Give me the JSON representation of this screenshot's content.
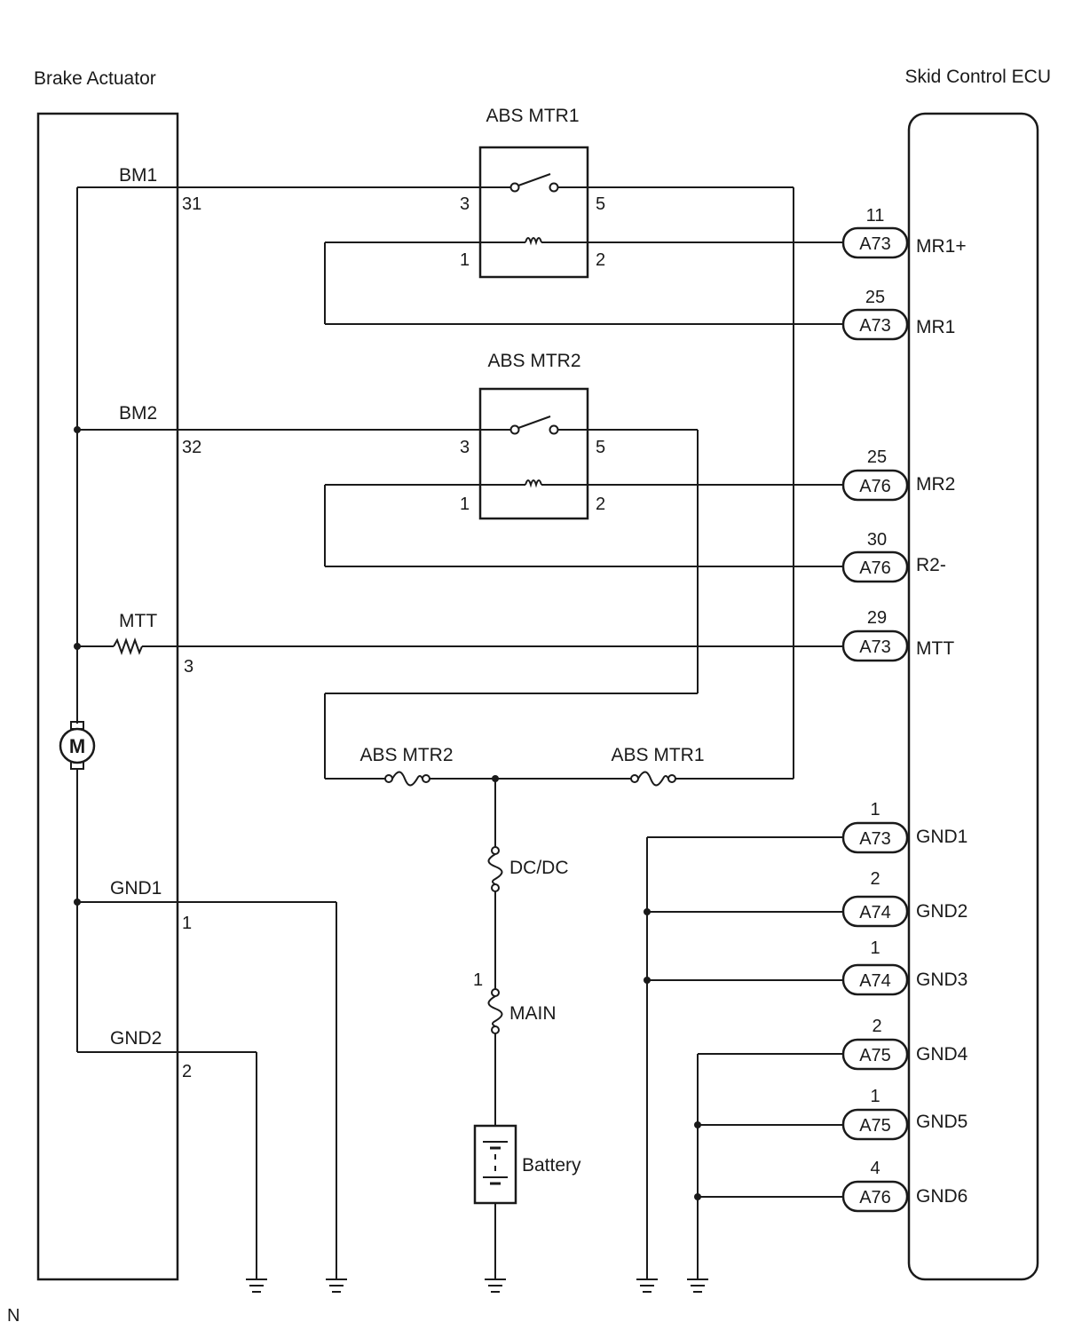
{
  "components": {
    "brake_actuator": "Brake Actuator",
    "skid_control_ecu": "Skid Control ECU",
    "relay1": "ABS MTR1",
    "relay2": "ABS MTR2",
    "fuse_mtr2": "ABS MTR2",
    "fuse_mtr1": "ABS MTR1",
    "fuse_dcdc": "DC/DC",
    "fuse_main": "MAIN",
    "battery": "Battery",
    "motor_symbol": "M",
    "corner_mark": "N"
  },
  "actuator_terminals": {
    "bm1": {
      "name": "BM1",
      "pin": "31"
    },
    "bm2": {
      "name": "BM2",
      "pin": "32"
    },
    "mtt": {
      "name": "MTT",
      "pin": "3"
    },
    "gnd1": {
      "name": "GND1",
      "pin": "1"
    },
    "gnd2": {
      "name": "GND2",
      "pin": "2"
    }
  },
  "relay_pins": {
    "relay1": {
      "p3": "3",
      "p5": "5",
      "p1": "1",
      "p2": "2"
    },
    "relay2": {
      "p3": "3",
      "p5": "5",
      "p1": "1",
      "p2": "2"
    }
  },
  "main_fuse_pin": "1",
  "ecu_terminals": [
    {
      "connector": "A73",
      "pin": "11",
      "name": "MR1+"
    },
    {
      "connector": "A73",
      "pin": "25",
      "name": "MR1"
    },
    {
      "connector": "A76",
      "pin": "25",
      "name": "MR2"
    },
    {
      "connector": "A76",
      "pin": "30",
      "name": "R2-"
    },
    {
      "connector": "A73",
      "pin": "29",
      "name": "MTT"
    },
    {
      "connector": "A73",
      "pin": "1",
      "name": "GND1"
    },
    {
      "connector": "A74",
      "pin": "2",
      "name": "GND2"
    },
    {
      "connector": "A74",
      "pin": "1",
      "name": "GND3"
    },
    {
      "connector": "A75",
      "pin": "2",
      "name": "GND4"
    },
    {
      "connector": "A75",
      "pin": "1",
      "name": "GND5"
    },
    {
      "connector": "A76",
      "pin": "4",
      "name": "GND6"
    }
  ]
}
